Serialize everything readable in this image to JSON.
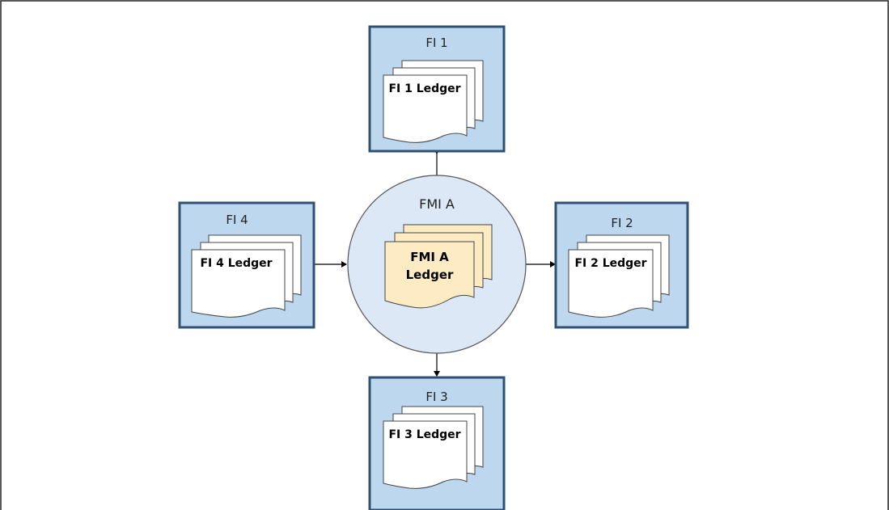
{
  "center": {
    "label": "FMI A",
    "ledger_line1": "FMI A",
    "ledger_line2": "Ledger"
  },
  "nodes": [
    {
      "id": "fi1",
      "label": "FI 1",
      "ledger": "FI 1 Ledger"
    },
    {
      "id": "fi2",
      "label": "FI 2",
      "ledger": "FI 2 Ledger"
    },
    {
      "id": "fi3",
      "label": "FI 3",
      "ledger": "FI 3 Ledger"
    },
    {
      "id": "fi4",
      "label": "FI 4",
      "ledger": "FI 4 Ledger"
    }
  ],
  "colors": {
    "box_fill": "#bdd7ee",
    "box_stroke": "#2f4f73",
    "circle_fill": "#dce8f5",
    "circle_stroke": "#555555",
    "ledger_fill": "#ffffff",
    "center_ledger_fill": "#fdebc4",
    "frame_stroke": "#222222"
  }
}
